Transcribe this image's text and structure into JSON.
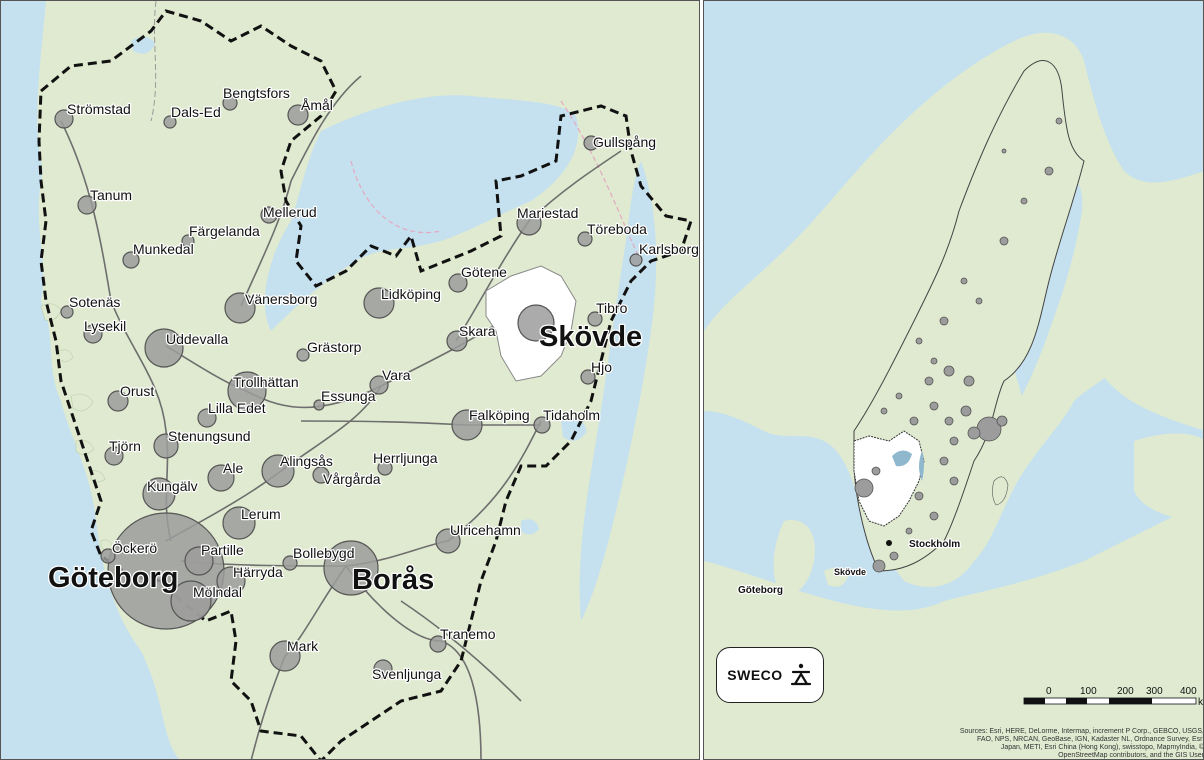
{
  "left_map": {
    "towns": [
      {
        "id": "stromstad",
        "label": "Strömstad"
      },
      {
        "id": "dalsed",
        "label": "Dals-Ed"
      },
      {
        "id": "bengtsfors",
        "label": "Bengtsfors"
      },
      {
        "id": "amal",
        "label": "Åmål"
      },
      {
        "id": "tanum",
        "label": "Tanum"
      },
      {
        "id": "fargelanda",
        "label": "Färgelanda"
      },
      {
        "id": "mellerud",
        "label": "Mellerud"
      },
      {
        "id": "munkedal",
        "label": "Munkedal"
      },
      {
        "id": "sotenas",
        "label": "Sotenäs"
      },
      {
        "id": "lysekil",
        "label": "Lysekil"
      },
      {
        "id": "vanersborg",
        "label": "Vänersborg"
      },
      {
        "id": "uddevalla",
        "label": "Uddevalla"
      },
      {
        "id": "orust",
        "label": "Orust"
      },
      {
        "id": "trollhattan",
        "label": "Trollhättan"
      },
      {
        "id": "grastorp",
        "label": "Grästorp"
      },
      {
        "id": "essunga",
        "label": "Essunga"
      },
      {
        "id": "lillaedet",
        "label": "Lilla Edet"
      },
      {
        "id": "tjorn",
        "label": "Tjörn"
      },
      {
        "id": "stenungsund",
        "label": "Stenungsund"
      },
      {
        "id": "ale",
        "label": "Ale"
      },
      {
        "id": "kungalv",
        "label": "Kungälv"
      },
      {
        "id": "alingsas",
        "label": "Alingsås"
      },
      {
        "id": "vargarda",
        "label": "Vårgårda"
      },
      {
        "id": "herrljunga",
        "label": "Herrljunga"
      },
      {
        "id": "lerum",
        "label": "Lerum"
      },
      {
        "id": "ockero",
        "label": "Öckerö"
      },
      {
        "id": "partille",
        "label": "Partille"
      },
      {
        "id": "bollebygd",
        "label": "Bollebygd"
      },
      {
        "id": "harryda",
        "label": "Härryda"
      },
      {
        "id": "molndal",
        "label": "Mölndal"
      },
      {
        "id": "mark",
        "label": "Mark"
      },
      {
        "id": "svenljunga",
        "label": "Svenljunga"
      },
      {
        "id": "tranemo",
        "label": "Tranemo"
      },
      {
        "id": "ulricehamn",
        "label": "Ulricehamn"
      },
      {
        "id": "falkoping",
        "label": "Falköping"
      },
      {
        "id": "tidaholm",
        "label": "Tidaholm"
      },
      {
        "id": "vara",
        "label": "Vara"
      },
      {
        "id": "skara",
        "label": "Skara"
      },
      {
        "id": "lidkoping",
        "label": "Lidköping"
      },
      {
        "id": "gotene",
        "label": "Götene"
      },
      {
        "id": "mariestad",
        "label": "Mariestad"
      },
      {
        "id": "gullspang",
        "label": "Gullspång"
      },
      {
        "id": "toreboda",
        "label": "Töreboda"
      },
      {
        "id": "karlsborg",
        "label": "Karlsborg"
      },
      {
        "id": "tibro",
        "label": "Tibro"
      },
      {
        "id": "hjo",
        "label": "Hjo"
      }
    ],
    "major_cities": [
      {
        "id": "goteborg",
        "label": "Göteborg"
      },
      {
        "id": "boras",
        "label": "Borås"
      },
      {
        "id": "skovde",
        "label": "Skövde"
      }
    ]
  },
  "right_map": {
    "labels": {
      "goteborg": "Göteborg",
      "skovde": "Skövde",
      "stockholm": "Stockholm"
    },
    "scale_labels": [
      "0",
      "100",
      "200",
      "300",
      "400"
    ],
    "scale_unit": "km",
    "logo_text": "SWECO",
    "sources": "Sources: Esri, HERE, DeLorme, Intermap, increment P Corp., GEBCO, USGS, FAO, NPS, NRCAN, GeoBase, IGN, Kadaster NL, Ordnance Survey, Esri Japan, METI, Esri China (Hong Kong), swisstopo, MapmyIndia, © OpenStreetMap contributors, and the GIS User"
  },
  "colors": {
    "water": "#c5e1ef",
    "land": "#dfead0",
    "circle_fill": "#9c9c9c",
    "circle_stroke": "#555555",
    "boundary": "#111111",
    "road": "#6e6e6e",
    "highlight": "#ffffff"
  }
}
